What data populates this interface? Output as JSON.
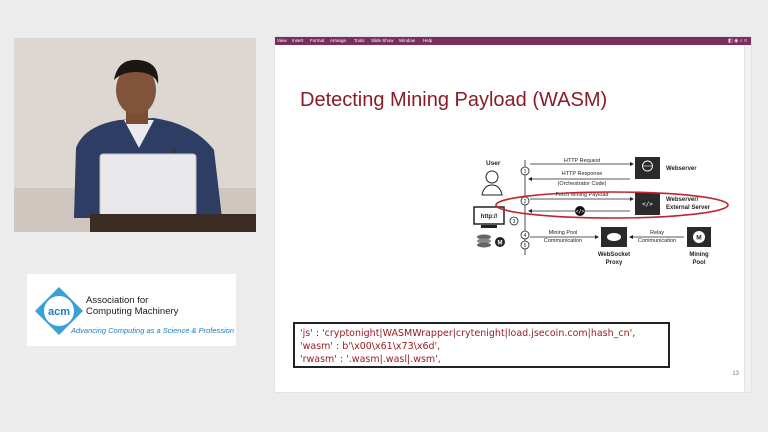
{
  "menu": {
    "items": [
      "View",
      "Insert",
      "Format",
      "Arrange",
      "Tools",
      "Slide Show",
      "Window",
      "Help"
    ],
    "window_icons": "◧ ◉ ⌕ ≡"
  },
  "acm": {
    "logo": "acm",
    "name_line1": "Association for",
    "name_line2": "Computing Machinery",
    "tagline": "Advancing Computing as a Science & Profession"
  },
  "slide": {
    "title": "Detecting Mining Payload (WASM)",
    "number": "13",
    "code_lines": [
      "'js' : 'cryptonight|WASMWrapper|crytenight|load.jsecoin.com|hash_cn',",
      "'wasm' : b'\\x00\\x61\\x73\\x6d',",
      "'rwasm' : '.wasm|.wasl|.wsm',"
    ],
    "diagram": {
      "user_label": "User",
      "browser_text": "http://",
      "webserver_label": "Webserver",
      "external_label_1": "Webserver/",
      "external_label_2": "External Server",
      "proxy_label_1": "WebSocket",
      "proxy_label_2": "Proxy",
      "pool_label_1": "Mining",
      "pool_label_2": "Pool",
      "msg_http_request": "HTTP Request",
      "msg_http_response": "HTTP Response",
      "msg_orchestrator": "(Orchestrator Code)",
      "msg_fetch": "Fetch Mining Payload",
      "msg_pool_comm_1": "Mining Pool",
      "msg_pool_comm_2": "Communication",
      "msg_relay_1": "Relay",
      "msg_relay_2": "Communication",
      "steps": [
        "1",
        "2",
        "3",
        "4",
        "5"
      ]
    }
  },
  "colors": {
    "title": "#8b1b26",
    "code": "#9a1c22",
    "menubar": "#7a2e60",
    "highlight": "#c0242c",
    "acm_blue": "#1e7dc2"
  }
}
